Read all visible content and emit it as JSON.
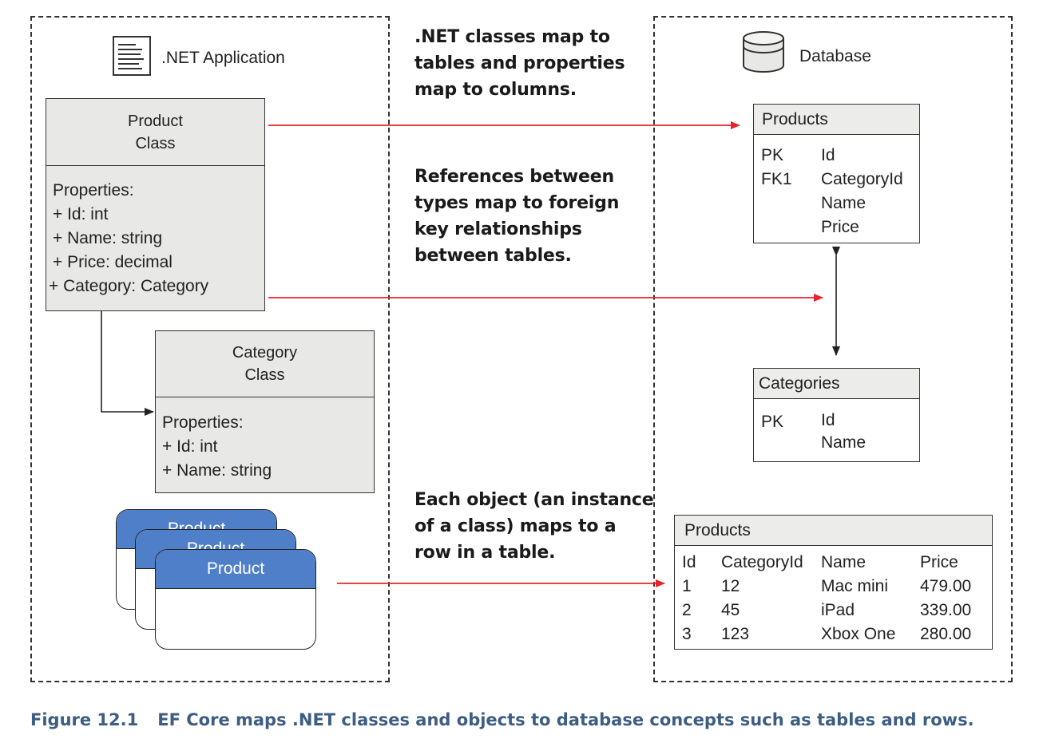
{
  "app_region": {
    "label": ".NET Application",
    "icon": "document-icon"
  },
  "db_region": {
    "label": "Database",
    "icon": "database-icon"
  },
  "notes": {
    "classes_to_tables": ".NET classes map to\ntables and properties\nmap to columns.",
    "references_to_fks": "References between\ntypes map to foreign\nkey relationships\nbetween tables.",
    "objects_to_rows": "Each object (an instance\nof a class) maps to a\nrow in a table."
  },
  "product_class": {
    "title": [
      "Product",
      "Class"
    ],
    "properties": [
      "Properties:",
      "+ Id: int",
      "+ Name: string",
      "+ Price: decimal",
      "+ Category: Category"
    ]
  },
  "category_class": {
    "title": [
      "Category",
      "Class"
    ],
    "properties": [
      "Properties:",
      "+ Id: int",
      "+ Name: string"
    ]
  },
  "product_objects": [
    "Product",
    "Product",
    "Product"
  ],
  "products_table": {
    "name": "Products",
    "keys": [
      "PK",
      "FK1",
      "",
      ""
    ],
    "columns": [
      "Id",
      "CategoryId",
      "Name",
      "Price"
    ]
  },
  "categories_table": {
    "name": "Categories",
    "keys": [
      "PK",
      ""
    ],
    "columns": [
      "Id",
      "Name"
    ]
  },
  "products_rows": {
    "name": "Products",
    "headers": [
      "Id",
      "CategoryId",
      "Name",
      "Price"
    ],
    "rows": [
      [
        "1",
        "12",
        "Mac mini",
        "479.00"
      ],
      [
        "2",
        "45",
        "iPad",
        "339.00"
      ],
      [
        "3",
        "123",
        "Xbox One",
        "280.00"
      ]
    ]
  },
  "caption": {
    "number": "Figure 12.1",
    "text": "EF Core maps .NET classes and objects to database concepts such as tables and rows."
  },
  "colors": {
    "arrow": "#e8232b",
    "object_header": "#4f7fc9",
    "class_fill": "#e8e8e6",
    "caption": "#3d5d82"
  }
}
